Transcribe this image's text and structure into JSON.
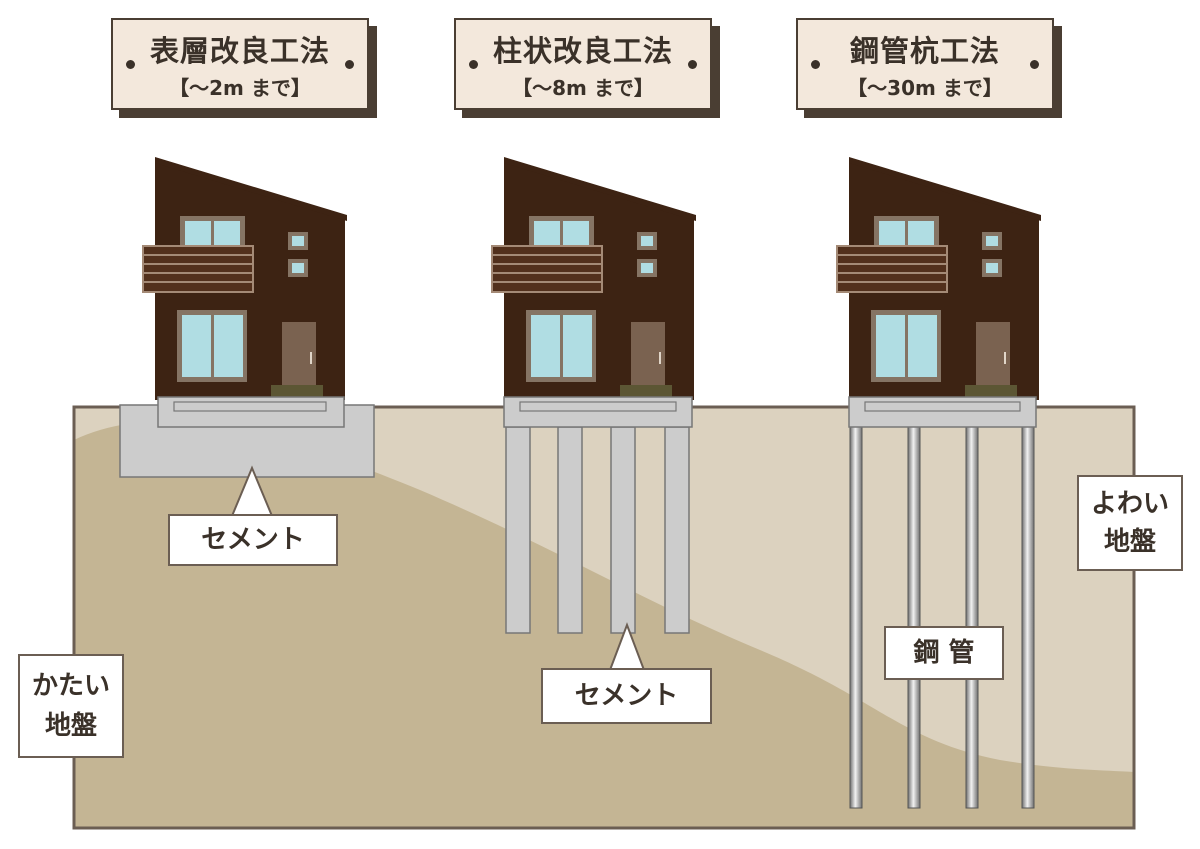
{
  "methods": [
    {
      "name": "表層改良工法",
      "depth": "【～2m まで】"
    },
    {
      "name": "柱状改良工法",
      "depth": "【～8m まで】"
    },
    {
      "name": "鋼管杭工法",
      "depth": "【～30m まで】"
    }
  ],
  "labels": {
    "cement_1": "セメント",
    "cement_2": "セメント",
    "steel_pipe": "鋼 管",
    "soft_ground_line1": "よわい",
    "soft_ground_line2": "地盤",
    "hard_ground_line1": "かたい",
    "hard_ground_line2": "地盤"
  },
  "colors": {
    "soft_ground": "#dcd2bf",
    "hard_ground": "#c4b594",
    "ground_border": "#6b5e53",
    "house_wall": "#3d2313",
    "window_frame": "#857464",
    "window_glass": "#b0dde3",
    "door": "#7a6250",
    "doormat": "#5c5634",
    "cement": "#cccccc",
    "sign_bg": "#f3e8dc",
    "sign_shadow": "#4a3e33"
  }
}
